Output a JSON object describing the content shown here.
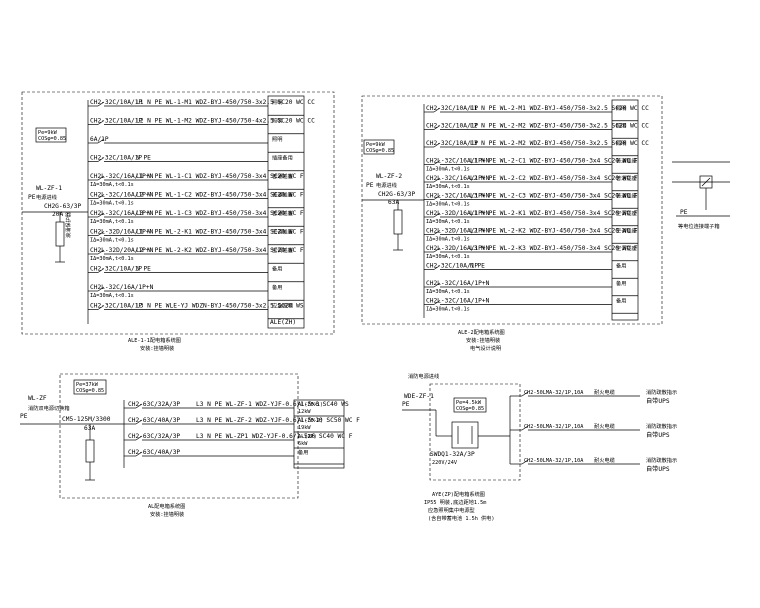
{
  "panel1": {
    "load": "Pe=9kW",
    "cos": "COSφ=0.85",
    "feeder": "WL-ZF-1",
    "feeder_sub": "PE",
    "feeder_note": "电源进线",
    "main_breaker": "CH2G-63/3P",
    "main_breaker_rating": "20A",
    "spd": "浪涌保护器",
    "circuits": [
      {
        "breaker": "CH2-32C/10A/1P",
        "circuit": "L1 N PE  WL-1-M1  WDZ-BYJ-450/750-3x2.5 SC20  WC CC",
        "use": "照明"
      },
      {
        "breaker": "CH2-32C/10A/1P",
        "circuit": "L2 N PE  WL-1-M2  WDZ-BYJ-450/750-4x2.5 SC20  WC CC",
        "use": "照明"
      },
      {
        "breaker": "6A/1P",
        "circuit": "",
        "use": "照明"
      },
      {
        "breaker": "CH2-32C/10A/1P",
        "circuit": "N PE",
        "use": "插座备用"
      },
      {
        "breaker": "CH2L-32C/16A/1P+N",
        "sub": "IΔ=30mA,t<0.1s",
        "circuit": "L1 N PE  WL-1-C1  WDZ-BYJ-450/750-3x4 SC20  WC F",
        "use": "普通插座"
      },
      {
        "breaker": "CH2L-32C/16A/1P+N",
        "sub": "IΔ=30mA,t<0.1s",
        "circuit": "L2 N PE  WL-1-C2  WDZ-BYJ-450/750-3x4 SC20  WC F",
        "use": "普通插座"
      },
      {
        "breaker": "CH2L-32C/16A/1P+N",
        "sub": "IΔ=30mA,t<0.1s",
        "circuit": "L3 N PE  WL-1-C3  WDZ-BYJ-450/750-3x4 SC20  WC F",
        "use": "普通插座"
      },
      {
        "breaker": "CH2L-32D/16A/1P+N",
        "sub": "IΔ=30mA,t<0.1s",
        "circuit": "L1 N PE  WL-2-K1  WDZ-BYJ-450/750-3x4 SC20  WC F",
        "use": "空调插座"
      },
      {
        "breaker": "CH2L-32D/20A/1P+N",
        "sub": "IΔ=30mA,t<0.1s",
        "circuit": "L2 N PE  WL-2-K2  WDZ-BYJ-450/750-3x4 SC20  WC F",
        "use": "空调插座"
      },
      {
        "breaker": "CH2-32C/10A/1P",
        "circuit": "N PE",
        "use": "备用"
      },
      {
        "breaker": "CH2L-32C/16A/1P+N",
        "sub": "IΔ=30mA,t<0.1s",
        "circuit": "",
        "use": "备用"
      },
      {
        "breaker": "CH2-32C/10A/1P",
        "circuit": "L3 N PE  WLE-YJ  WDZN-BYJ-450/750-3x2.5 SC20  WS",
        "use": "应急照明"
      }
    ],
    "tag": "ALE(ZH)",
    "caption1": "ALE-1-1配电箱系统图",
    "caption2": "安装:挂墙明装"
  },
  "panel2": {
    "load": "Pe=9kW",
    "cos": "COSφ=0.85",
    "feeder": "WL-ZF-2",
    "feeder_sub": "PE",
    "feeder_note": "电源进线",
    "main_breaker": "CH2G-63/3P",
    "main_breaker_rating": "63A",
    "circuits": [
      {
        "breaker": "CH2-32C/10A/1P",
        "circuit": "L1 N PE  WL-2-M1  WDZ-BYJ-450/750-3x2.5 SC20  WC CC",
        "use": "照明"
      },
      {
        "breaker": "CH2-32C/10A/1P",
        "circuit": "L2 N PE  WL-2-M2  WDZ-BYJ-450/750-3x2.5 SC20  WC CC",
        "use": "照明"
      },
      {
        "breaker": "CH2-32C/10A/1P",
        "circuit": "L3 N PE  WL-2-M2  WDZ-BYJ-450/750-3x2.5 SC20  WC CC",
        "use": "照明"
      },
      {
        "breaker": "CH2L-32C/16A/1P+N",
        "sub": "IΔ=30mA,t<0.1s",
        "circuit": "L1 N PE  WL-2-C1  WDZ-BYJ-450/750-3x4 SC20  WC F",
        "use": "普通插座"
      },
      {
        "breaker": "CH2L-32C/16A/1P+N",
        "sub": "IΔ=30mA,t<0.1s",
        "circuit": "L2 N PE  WL-2-C2  WDZ-BYJ-450/750-3x4 SC20  WC F",
        "use": "普通插座"
      },
      {
        "breaker": "CH2L-32C/16A/1P+N",
        "sub": "IΔ=30mA,t<0.1s",
        "circuit": "L3 N PE  WL-2-C3  WDZ-BYJ-450/750-3x4 SC20  WC F",
        "use": "普通插座"
      },
      {
        "breaker": "CH2L-32D/16A/1P+N",
        "sub": "IΔ=30mA,t<0.1s",
        "circuit": "L1 N PE  WL-2-K1  WDZ-BYJ-450/750-3x4 SC20  WC F",
        "use": "空调插座"
      },
      {
        "breaker": "CH2L-32D/16A/1P+N",
        "sub": "IΔ=30mA,t<0.1s",
        "circuit": "L2 N PE  WL-2-K2  WDZ-BYJ-450/750-3x4 SC20  WC F",
        "use": "空调插座"
      },
      {
        "breaker": "CH2L-32D/16A/1P+N",
        "sub": "IΔ=30mA,t<0.1s",
        "circuit": "L3 N PE  WL-2-K3  WDZ-BYJ-450/750-3x4 SC20  WC F",
        "use": "空调插座"
      },
      {
        "breaker": "CH2-32C/10A/1P",
        "circuit": "N PE",
        "use": "备用"
      },
      {
        "breaker": "CH2L-32C/16A/1P+N",
        "sub": "IΔ=30mA,t<0.1s",
        "circuit": "",
        "use": "备用"
      },
      {
        "breaker": "CH2L-32C/16A/1P+N",
        "sub": "IΔ=30mA,t<0.1s",
        "circuit": "",
        "use": "备用"
      }
    ],
    "caption1": "ALE-2配电箱系统图",
    "caption2": "安装:挂墙明装",
    "caption3": "电气设计说明"
  },
  "side_detail": {
    "label": "PE",
    "note": "等电位连接端子箱"
  },
  "panel3": {
    "feeder": "WL-ZF",
    "feeder_sub": "PE",
    "feeder_note": "消防双电源切换箱",
    "load": "Pe=37kW",
    "cos": "COSφ=0.85",
    "main_breaker": "CM5-125M/3300",
    "main_breaker_rating": "63A",
    "circuits": [
      {
        "breaker": "CH2-63C/32A/3P",
        "circuit": "L3 N PE  WL-ZF-1  WDZ-YJF-0.6/1-5x6 SC40  WS",
        "use": "AL(ZF-1)",
        "kw": "12kW"
      },
      {
        "breaker": "CH2-63C/40A/3P",
        "circuit": "L3 N PE  WL-ZF-2  WDZ-YJF-0.6/1-5x10 SC50  WC F",
        "use": "AL(ZF-2)",
        "kw": "19kW"
      },
      {
        "breaker": "CH2-63C/32A/3P",
        "circuit": "L3 N PE  WL-ZP1  WDZ-YJF-0.6/1-5x6 SC40  WC F",
        "use": "AL(ZP)",
        "kw": "6kW"
      },
      {
        "breaker": "CH2-63C/40A/3P",
        "circuit": "",
        "use": "备用",
        "kw": ""
      }
    ],
    "caption1": "AL配电箱系统图",
    "caption2": "安装:挂墙明装"
  },
  "panel4": {
    "feeder": "WDE-ZF-1",
    "feeder_sub": "PE",
    "feeder_note": "消防电源进线",
    "load": "Pe=4.5kW",
    "cos": "COSφ=0.85",
    "main_breaker": "SWDQ1-32A/3P",
    "transformer": "220V/24V",
    "circuits": [
      {
        "breaker": "CH2-50LMA-32/1P,10A",
        "circuit": "L1 N PE",
        "cable": "耐火电缆",
        "use": "消防疏散指示",
        "tag": "自带UPS"
      },
      {
        "breaker": "CH2-50LMA-32/1P,10A",
        "circuit": "L2 N PE",
        "cable": "耐火电缆",
        "use": "消防疏散指示",
        "tag": "自带UPS"
      },
      {
        "breaker": "CH2-50LMA-32/1P,10A",
        "circuit": "L3 N PE",
        "cable": "耐火电缆",
        "use": "消防疏散指示",
        "tag": "自带UPS"
      }
    ],
    "caption1": "AYE(ZP)配电箱系统图",
    "caption2": "IP55 明装,底边距地1.5m",
    "caption3": "应急照明集中电源型",
    "caption4": "(含自带蓄电池 1.5h 供电)"
  }
}
